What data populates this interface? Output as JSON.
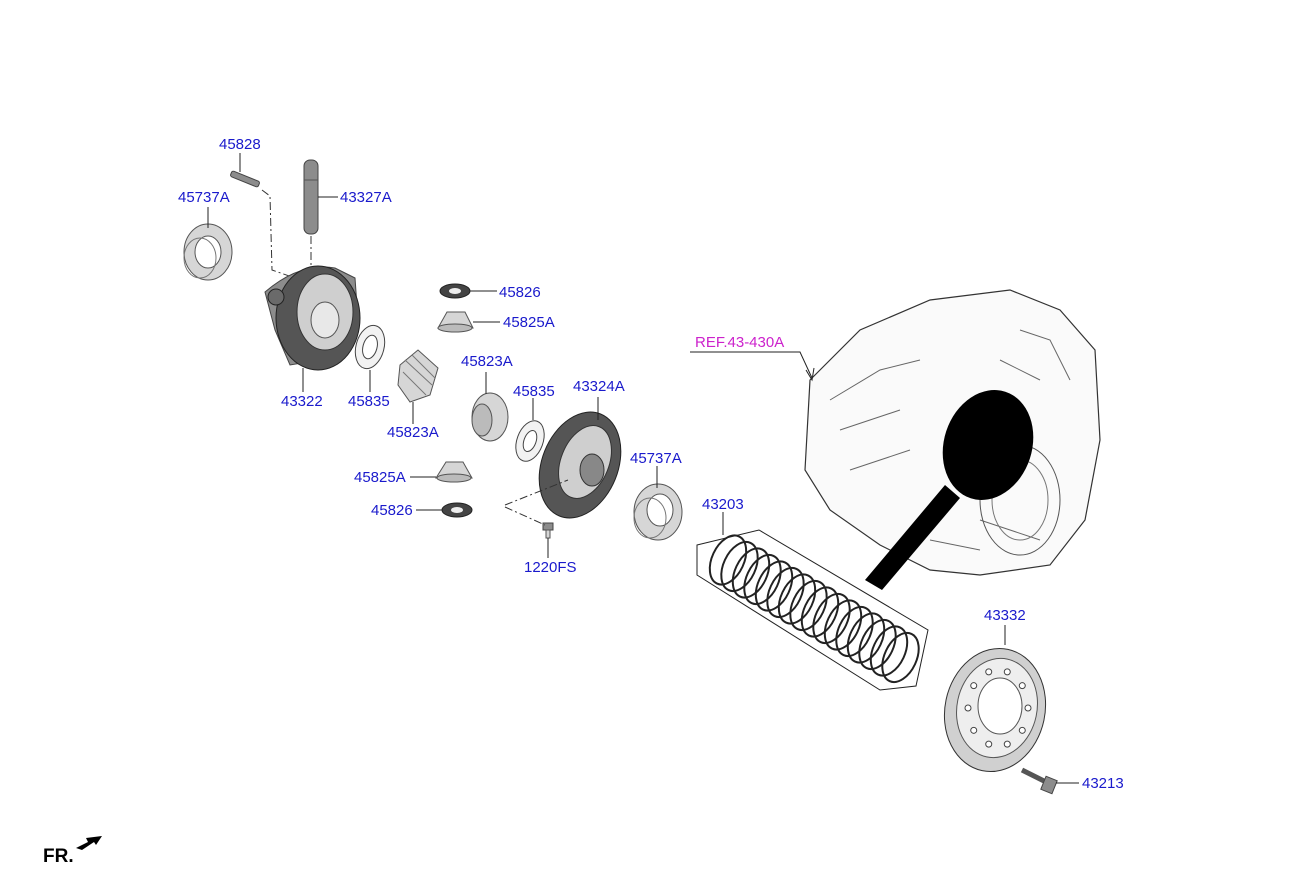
{
  "labels": {
    "p45828": "45828",
    "p45737a_left": "45737A",
    "p43327a": "43327A",
    "p45826_top": "45826",
    "p45825a_top": "45825A",
    "p43322": "43322",
    "p45835_left": "45835",
    "p45823a_left": "45823A",
    "p45823a_right": "45823A",
    "p45835_right": "45835",
    "p43324a": "43324A",
    "p45825a_bottom": "45825A",
    "p45826_bottom": "45826",
    "p1220fs": "1220FS",
    "p45737a_right": "45737A",
    "p43203": "43203",
    "ref": "REF.43-430A",
    "p43332": "43332",
    "p43213": "43213"
  },
  "footer": {
    "fr": "FR."
  },
  "colors": {
    "label": "#1a1acc",
    "ref": "#cc22cc",
    "ink": "#222222"
  }
}
